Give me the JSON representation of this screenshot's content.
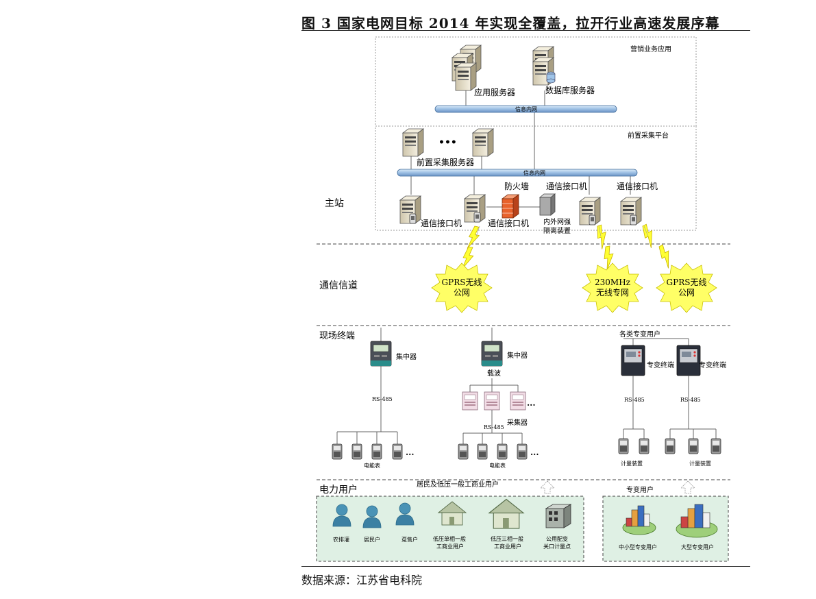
{
  "figure": {
    "title": "图 3 国家电网目标 2014 年实现全覆盖，拉开行业高速发展序幕",
    "source": "数据来源：江苏省电科院"
  },
  "zones": {
    "main_station": "主站",
    "comm_channel": "通信信道",
    "field_terminal": "现场终端",
    "power_users": "电力用户"
  },
  "main_station": {
    "marketing_box_label": "营销业务应用",
    "collection_box_label": "前置采集平台",
    "app_server": "应用服务器",
    "db_server": "数据库服务器",
    "info_net_1": "信息内网",
    "info_net_2": "信息内网",
    "ellipsis": "•••",
    "pre_collect_server": "前置采集服务器",
    "firewall": "防火墙",
    "comm_1": "通信接口机",
    "comm_2": "通信接口机",
    "comm_3": "通信接口机",
    "comm_4": "通信接口机",
    "isolator_l1": "内外网强",
    "isolator_l2": "隔离装置"
  },
  "channels": [
    {
      "l1": "GPRS无线",
      "l2": "公网"
    },
    {
      "l1": "230MHz",
      "l2": "无线专网"
    },
    {
      "l1": "GPRS无线",
      "l2": "公网"
    }
  ],
  "terminals": {
    "concentrator_1": "集中器",
    "concentrator_2": "集中器",
    "carrier": "载波",
    "rs485_1": "RS-485",
    "rs485_2": "RS-485",
    "rs485_3": "RS-485",
    "rs485_4": "RS-485",
    "collector": "采集器",
    "meter_1": "电能表",
    "meter_2": "电能表",
    "special_users": "各类专变用户",
    "special_term_1": "专变终端",
    "special_term_2": "专变终端",
    "measure_1": "计量装置",
    "measure_2": "计量装置",
    "dots": "..."
  },
  "users": {
    "general_title": "居民及低压一般工商业用户",
    "special_title": "专变用户",
    "u1": "农排灌",
    "u2": "居民户",
    "u3": "趸售户",
    "u4_l1": "低压单相一般",
    "u4_l2": "工商业用户",
    "u5_l1": "低压三相一般",
    "u5_l2": "工商业用户",
    "u6_l1": "公用配变",
    "u6_l2": "关口计量点",
    "s1": "中小型专变用户",
    "s2": "大型专变用户"
  },
  "colors": {
    "bus": "#a9c8e8",
    "firewall": "#e8622c",
    "starburst": "#ffff66",
    "user_box": "#dff0e4",
    "person": "#3f86a8",
    "server": "#e8e2d0"
  }
}
